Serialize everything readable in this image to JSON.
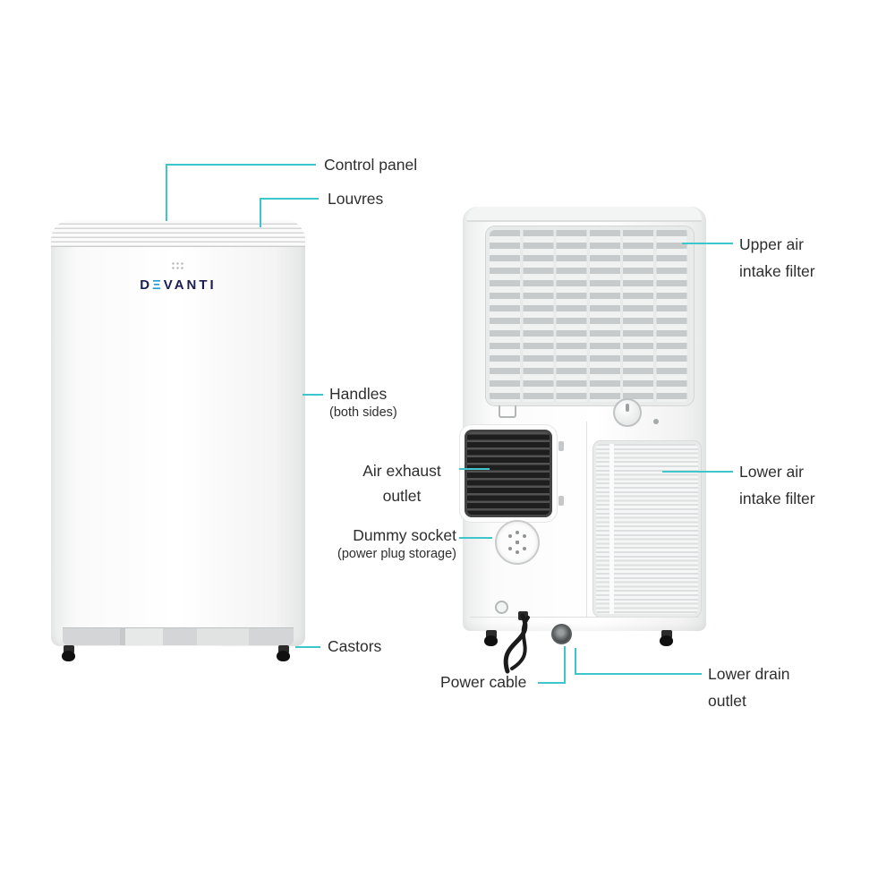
{
  "colors": {
    "accent": "#3fc6cc",
    "text": "#2e2e2e",
    "logo_navy": "#191d52",
    "logo_blue": "#1f9cd7"
  },
  "brand": {
    "prefix": "D",
    "e_glyph": "Ξ",
    "suffix": "VANTI"
  },
  "callouts": {
    "control_panel": {
      "label": "Control panel"
    },
    "louvres": {
      "label": "Louvres"
    },
    "handles": {
      "label": "Handles",
      "sublabel": "(both sides)"
    },
    "air_exhaust_outlet": {
      "label": "Air exhaust outlet"
    },
    "dummy_socket": {
      "label": "Dummy socket",
      "sublabel": "(power plug storage)"
    },
    "castors": {
      "label": "Castors"
    },
    "power_cable": {
      "label": "Power cable"
    },
    "upper_air_intake_filter": {
      "label": "Upper air intake filter"
    },
    "lower_air_intake_filter": {
      "label": "Lower air intake filter"
    },
    "lower_drain_outlet": {
      "label": "Lower drain outlet"
    }
  }
}
